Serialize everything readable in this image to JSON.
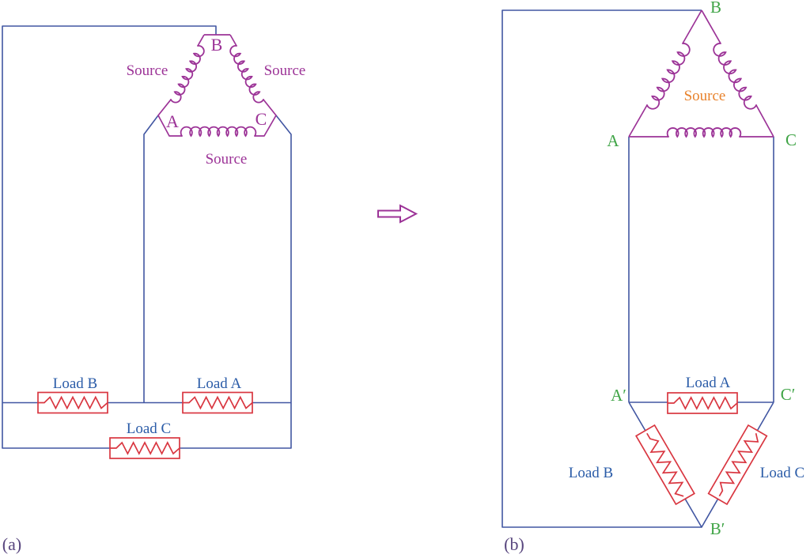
{
  "colors": {
    "wire": "#4156a2",
    "source": "#9c3397",
    "loadStroke": "#d93640",
    "loadText": "#2b5ca8",
    "green": "#3fa446",
    "orange": "#e8822c",
    "caption": "#58467e"
  },
  "panel_a": {
    "caption": "(a)",
    "sources": {
      "left": "Source",
      "right": "Source",
      "bottom": "Source"
    },
    "terminals": {
      "a": "A",
      "b": "B",
      "c": "C"
    },
    "loads": {
      "a": "Load A",
      "b": "Load B",
      "c": "Load C"
    }
  },
  "arrow": {
    "direction": "right"
  },
  "panel_b": {
    "caption": "(b)",
    "source": "Source",
    "terminals": {
      "a": "A",
      "b": "B",
      "c": "C",
      "a_prime": "A′",
      "b_prime": "B′",
      "c_prime": "C′"
    },
    "loads": {
      "a": "Load A",
      "b": "Load B",
      "c": "Load C"
    }
  }
}
